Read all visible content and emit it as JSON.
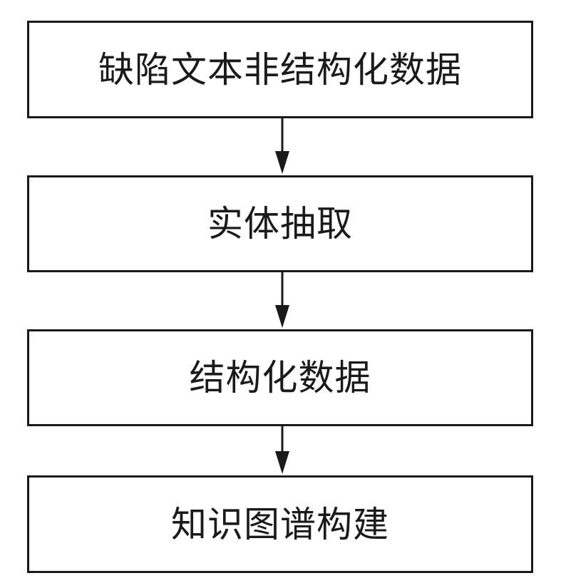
{
  "diagram": {
    "nodes": [
      {
        "id": "step-1",
        "label": "缺陷文本非结构化数据"
      },
      {
        "id": "step-2",
        "label": "实体抽取"
      },
      {
        "id": "step-3",
        "label": "结构化数据"
      },
      {
        "id": "step-4",
        "label": "知识图谱构建"
      }
    ],
    "edges": [
      {
        "from": "step-1",
        "to": "step-2"
      },
      {
        "from": "step-2",
        "to": "step-3"
      },
      {
        "from": "step-3",
        "to": "step-4"
      }
    ],
    "colors": {
      "stroke": "#1a1a1a",
      "background": "#ffffff"
    }
  }
}
